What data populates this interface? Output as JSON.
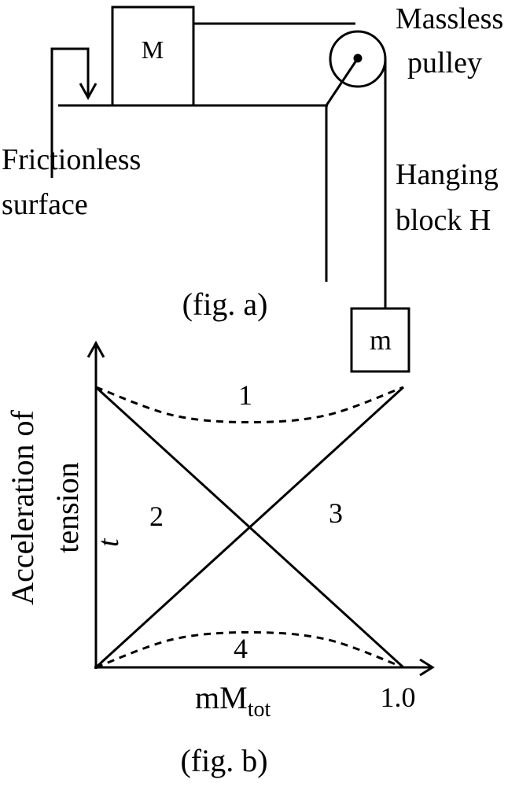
{
  "fig_a": {
    "block_big_label": "M",
    "block_small_label": "m",
    "pulley_label_1": "Massless",
    "pulley_label_2": "pulley",
    "surface_label_1": "Frictionless",
    "surface_label_2": "surface",
    "hanging_label_1": "Hanging",
    "hanging_label_2": "block H",
    "caption": "(fig. a)"
  },
  "chart_data": {
    "type": "line",
    "title": "",
    "xlabel_main": "mM",
    "xlabel_sub": "tot",
    "ylabel_1": "Acceleration of",
    "ylabel_2": "tension",
    "y_marker": "t",
    "x_tick": "1.0",
    "xlim": [
      0,
      1.0
    ],
    "ylim": [
      0,
      1.0
    ],
    "grid": false,
    "series": [
      {
        "name": "1",
        "style": "dashed",
        "x": [
          0,
          0.25,
          0.5,
          0.75,
          1.0
        ],
        "y": [
          1.0,
          0.9,
          0.875,
          0.9,
          1.0
        ]
      },
      {
        "name": "2",
        "style": "solid",
        "x": [
          0,
          1.0
        ],
        "y": [
          1.0,
          0
        ]
      },
      {
        "name": "3",
        "style": "solid",
        "x": [
          0,
          1.0
        ],
        "y": [
          0,
          1.0
        ]
      },
      {
        "name": "4",
        "style": "dashed",
        "x": [
          0,
          0.25,
          0.5,
          0.75,
          1.0
        ],
        "y": [
          0,
          0.1,
          0.125,
          0.1,
          0
        ]
      }
    ],
    "caption": "(fig. b)"
  }
}
